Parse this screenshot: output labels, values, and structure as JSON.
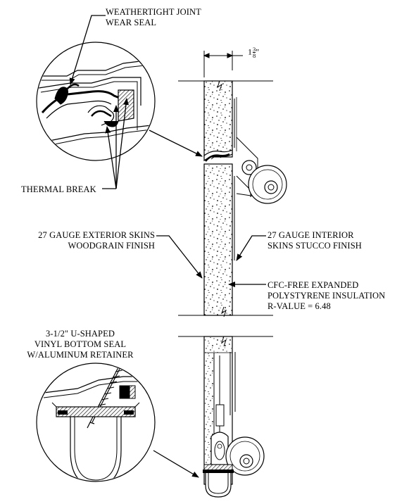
{
  "labels": {
    "weathertight_line1": "WEATHERTIGHT JOINT",
    "weathertight_line2": "WEAR SEAL",
    "thermal_break": "THERMAL BREAK",
    "exterior_line1": "27 GAUGE EXTERIOR SKINS",
    "exterior_line2": "WOODGRAIN FINISH",
    "interior_line1": "27 GAUGE INTERIOR",
    "interior_line2": "SKINS STUCCO FINISH",
    "insulation_line1": "CFC-FREE EXPANDED",
    "insulation_line2": "POLYSTYRENE INSULATION",
    "insulation_line3": "R-VALUE = 6.48",
    "bottom_seal_line1": "3-1/2\" U-SHAPED",
    "bottom_seal_line2": "VINYL BOTTOM SEAL",
    "bottom_seal_line3": "W/ALUMINUM RETAINER"
  },
  "dimension": {
    "whole": "1",
    "numerator": "3",
    "denominator": "8",
    "unit": "\""
  }
}
